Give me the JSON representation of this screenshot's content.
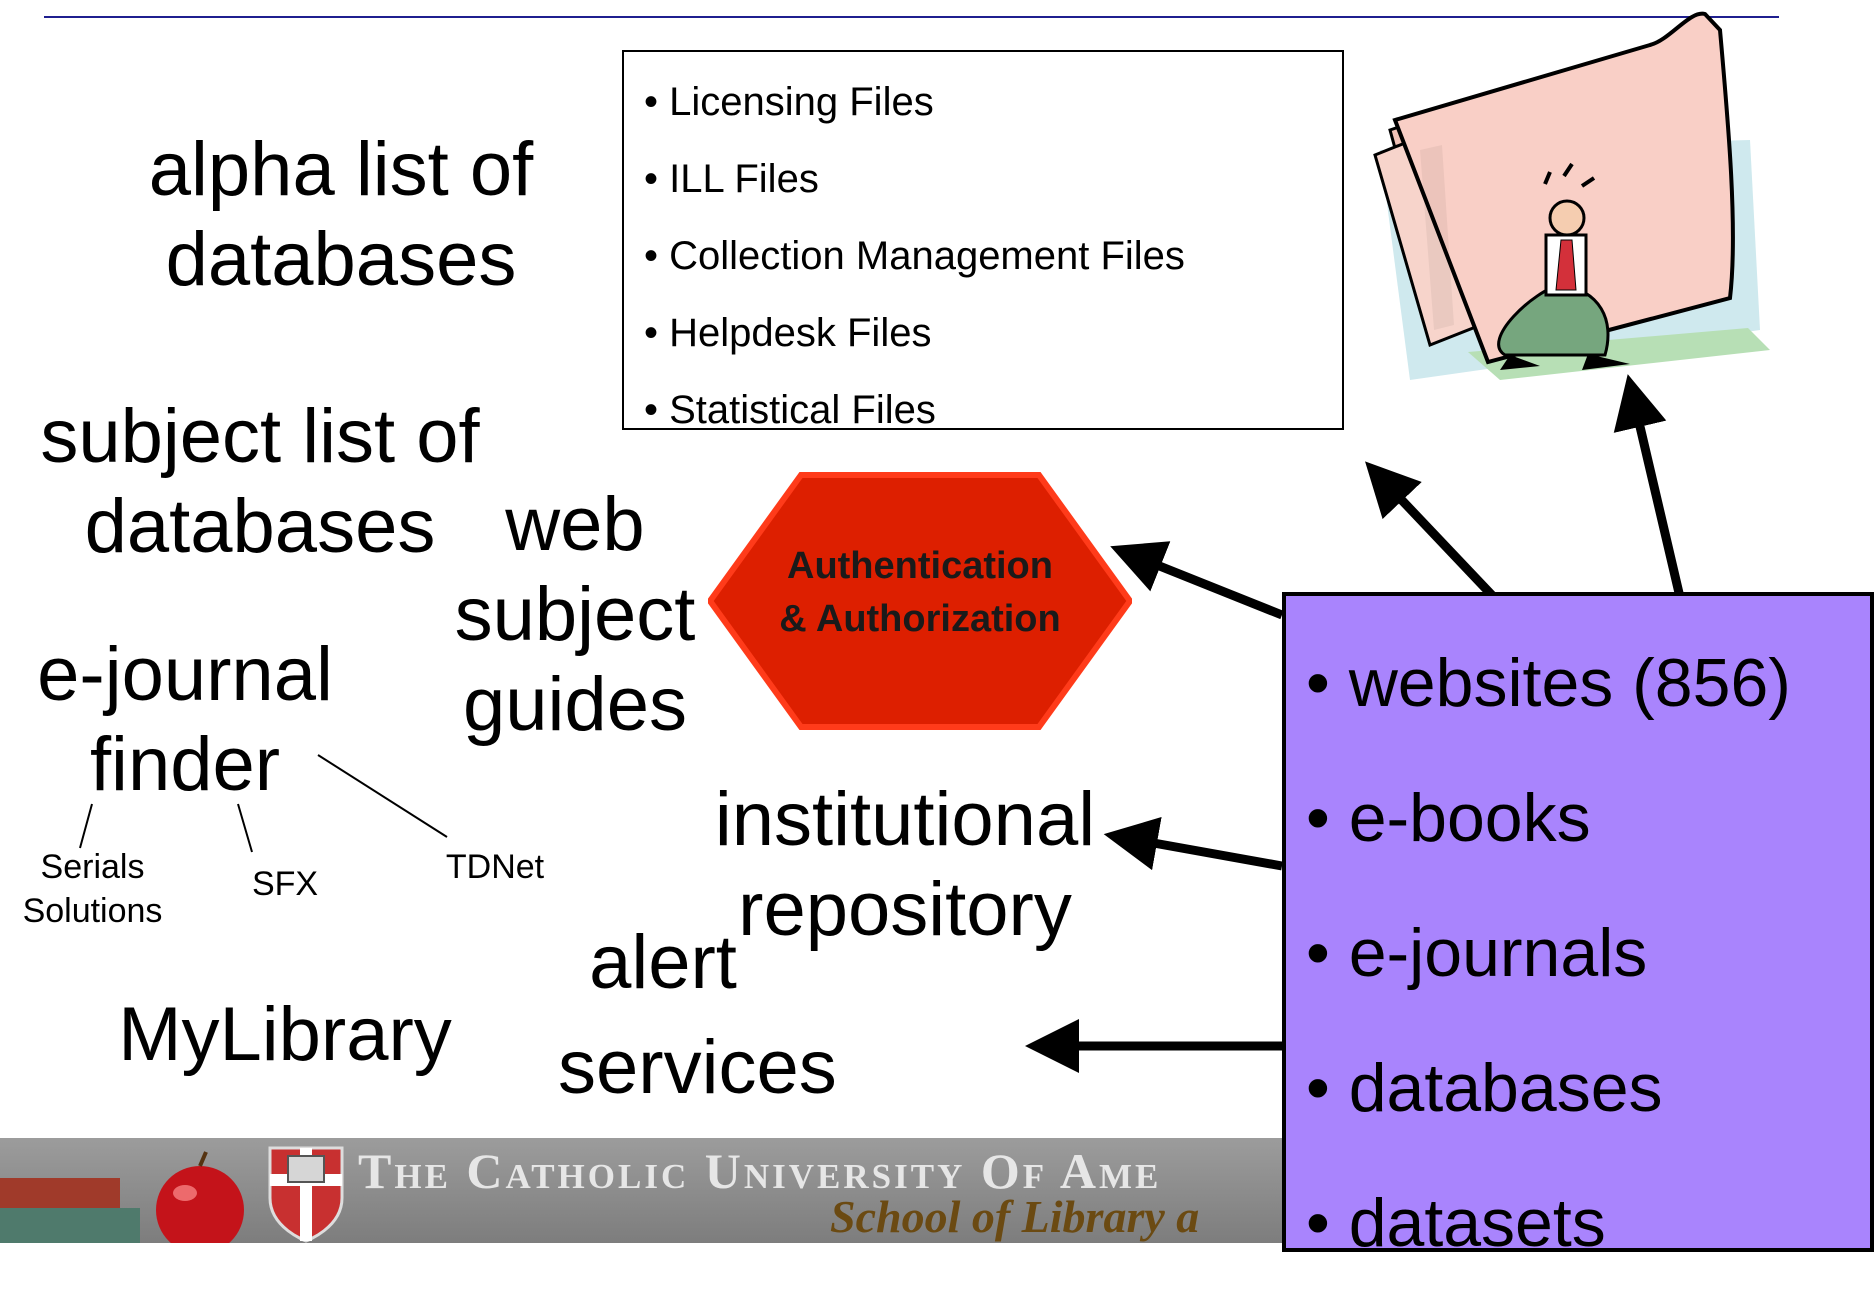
{
  "files_box": {
    "items": [
      "Licensing Files",
      "ILL Files",
      "Collection Management Files",
      "Helpdesk Files",
      "Statistical Files"
    ]
  },
  "labels": {
    "alpha_list": "alpha list of",
    "alpha_list_2": "databases",
    "subject_list": "subject list of",
    "subject_list_2": "databases",
    "web_guides_1": "web",
    "web_guides_2": "subject",
    "web_guides_3": "guides",
    "ejournal_1": "e-journal",
    "ejournal_2": "finder",
    "serials_1": "Serials",
    "serials_2": "Solutions",
    "sfx": "SFX",
    "tdnet": "TDNet",
    "repository_1": "institutional",
    "repository_2": "repository",
    "alert_1": "alert",
    "alert_2": "services",
    "mylibrary": "MyLibrary"
  },
  "auth": {
    "line1": "Authentication",
    "line2": "& Authorization",
    "fill_color": "#dd1f00",
    "border_color": "#ff3b1a"
  },
  "resources": {
    "items": [
      "websites (856)",
      "e-books",
      "e-journals",
      "databases",
      "datasets"
    ],
    "fill_color": "#a984fd"
  },
  "footer": {
    "line1": "The Catholic University Of Ame",
    "line2": "School of Library a"
  }
}
